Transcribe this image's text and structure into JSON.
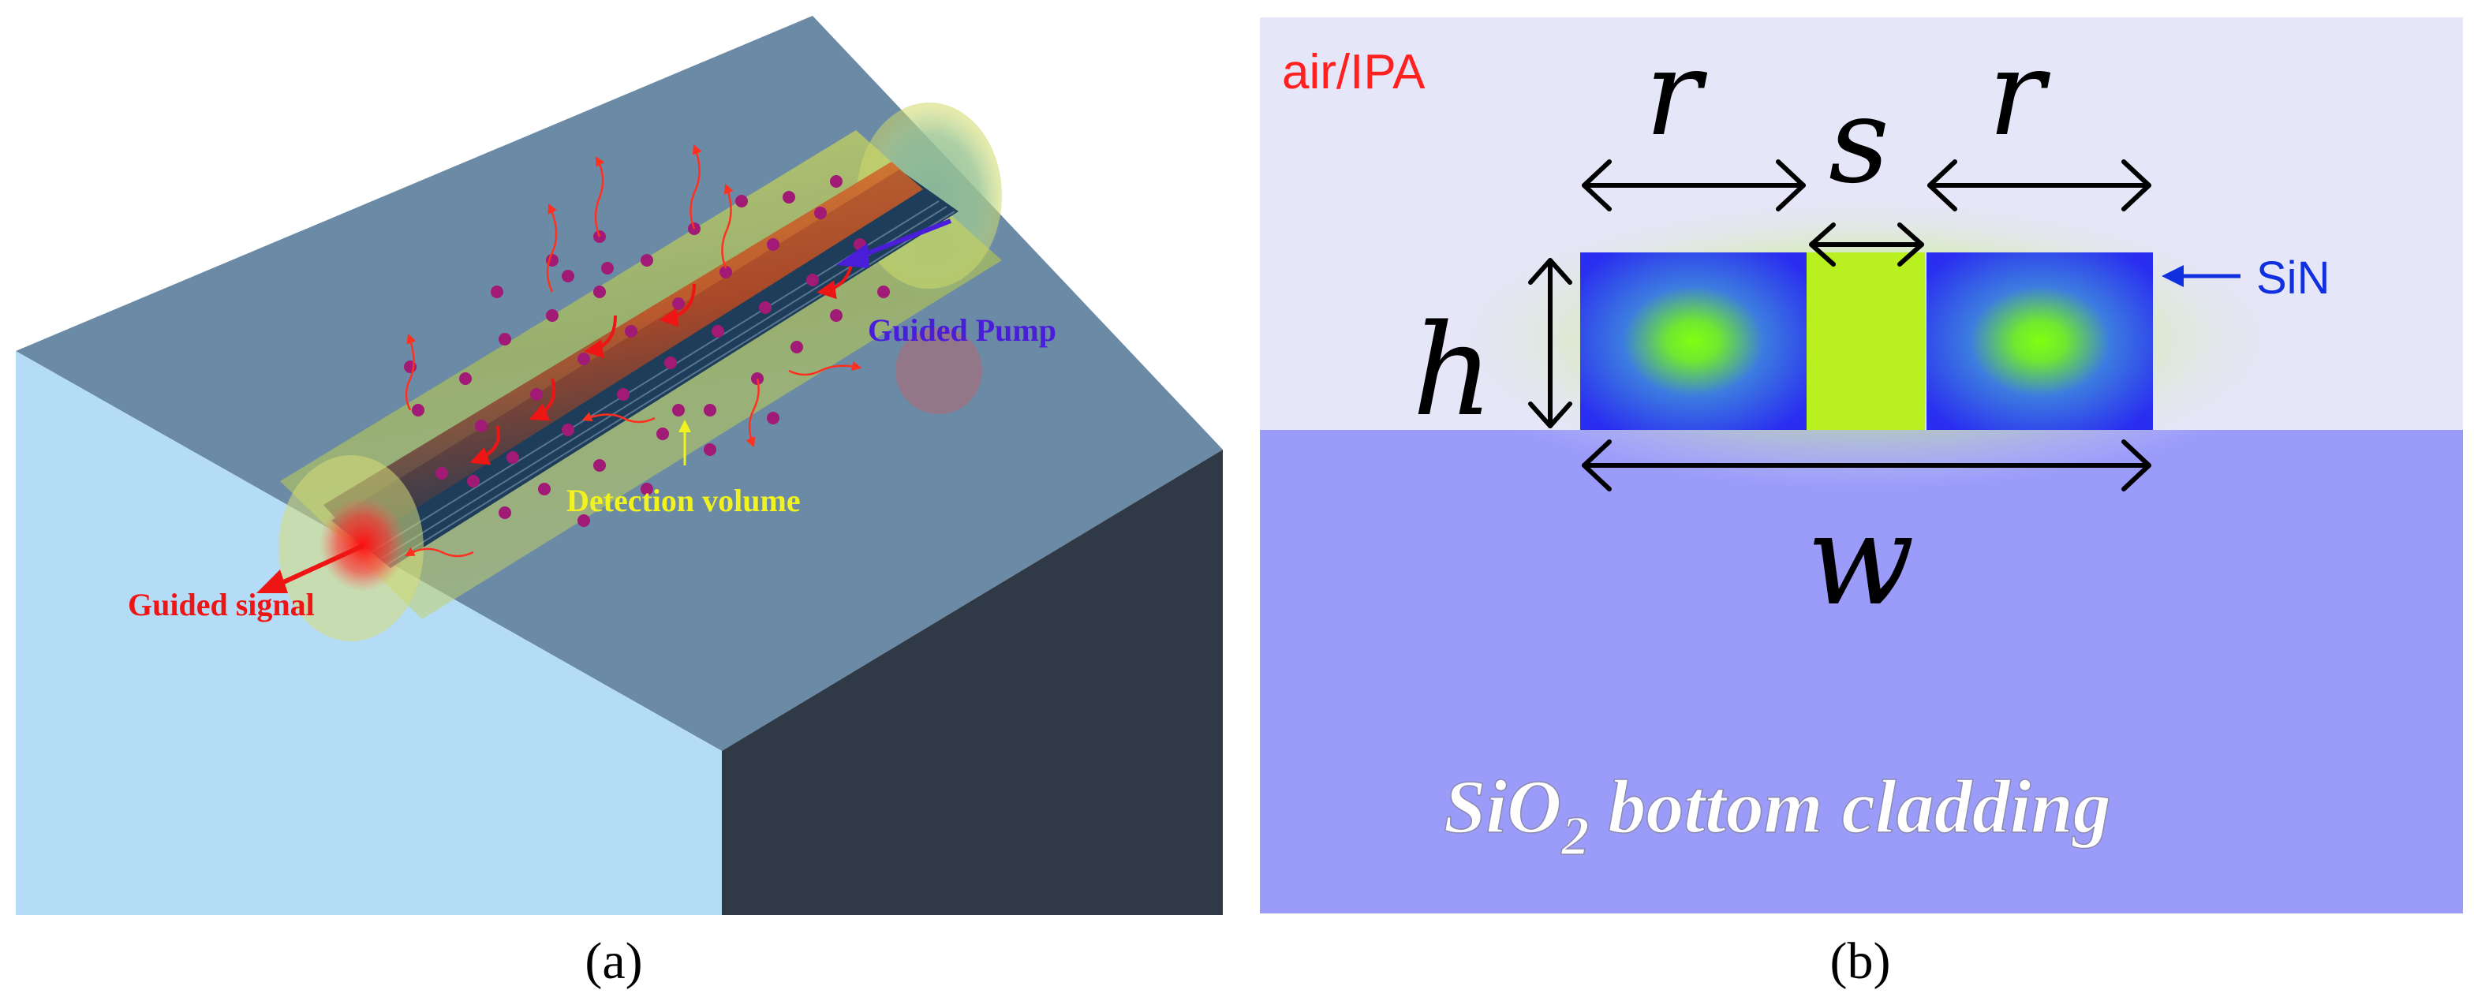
{
  "panel_a": {
    "label": "(a)",
    "guided_pump": "Guided Pump",
    "guided_signal": "Guided signal",
    "detection_volume": "Detection volume"
  },
  "panel_b": {
    "label": "(b)",
    "top_medium": "air/IPA",
    "material": "SiN",
    "cladding_main": "SiO",
    "cladding_sub": "2",
    "cladding_rest": " bottom cladding",
    "dim_r_left": "r",
    "dim_s": "s",
    "dim_r_right": "r",
    "dim_h": "h",
    "dim_w": "w"
  },
  "colors": {
    "substrate_top": "#6b8aa6",
    "substrate_front": "#b5dcf7",
    "substrate_side": "#303a47",
    "pump_arrow": "#4a1ed8",
    "signal_arrow": "#ee1515",
    "detection_text": "#f2f21e",
    "molecule": "#a11a76",
    "air_region": "#e6e6f9",
    "sio2_region": "#9b9bfa",
    "sin_block": "#2a2ef0",
    "mode_glow": "#8bff00",
    "air_text": "#ff2020",
    "sin_text": "#1030e0"
  }
}
